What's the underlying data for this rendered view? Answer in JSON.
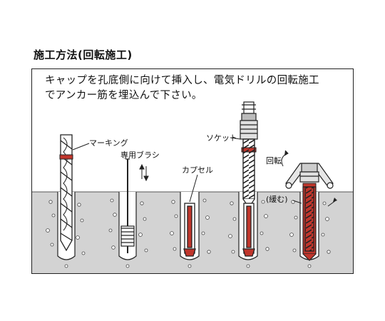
{
  "title": "施工方法(回転施工)",
  "instructions": {
    "line1": "キャップを孔底側に向けて挿入し、電気ドリルの回転施工",
    "line2": "でアンカー筋を埋込んで下さい。"
  },
  "labels": {
    "marking": "マーキング",
    "brush": "専用ブラシ",
    "capsule": "カプセル",
    "socket": "ソケット",
    "rotation": "回転",
    "loosen": "(緩む)"
  },
  "colors": {
    "concrete": "#d3d3d3",
    "marking_red": "#c0362c",
    "outline": "#222222"
  }
}
